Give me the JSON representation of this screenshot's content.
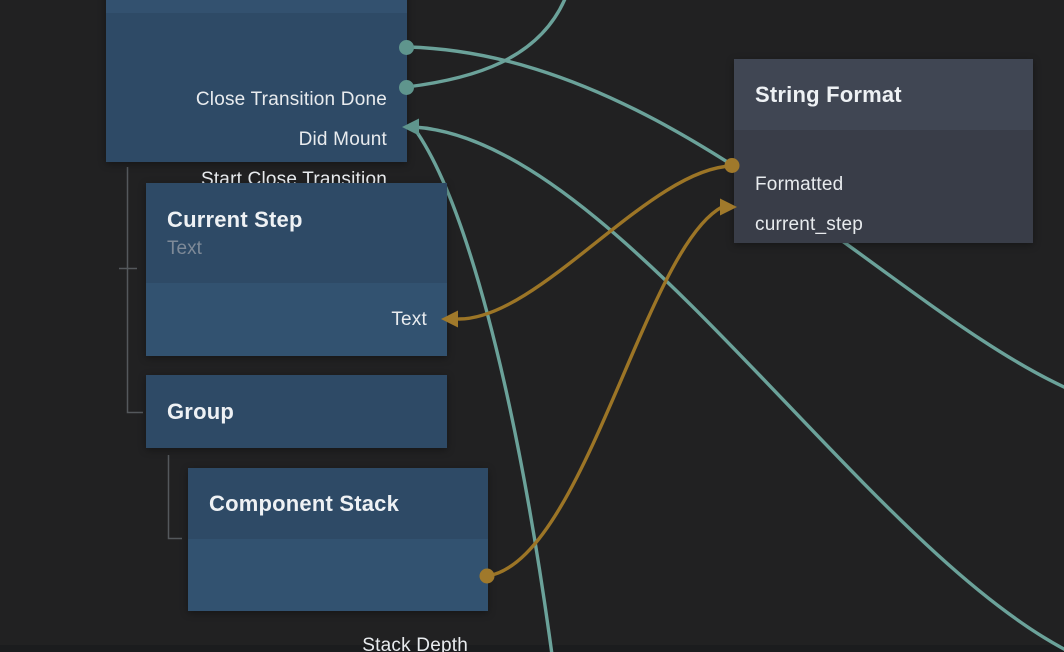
{
  "app": {
    "type": "node-graph-editor-canvas"
  },
  "colors": {
    "canvas_background": "#212122",
    "blue_node_header": "#2e4a66",
    "blue_node_body": "#325270",
    "gray_node_header": "#404653",
    "gray_node_body": "#393d48",
    "teal_connection": "#6ba29a",
    "gold_connection": "#9c7526",
    "hierarchy_line": "#54585c",
    "port_text": "#e8ebee",
    "title_text": "#eef1f4",
    "subtitle_text": "#7e8a98"
  },
  "nodes": {
    "lifecycle": {
      "ports": [
        {
          "label": "Close Transition Done",
          "direction": "output",
          "glyph": "circle",
          "color": "teal"
        },
        {
          "label": "Did Mount",
          "direction": "output",
          "glyph": "circle",
          "color": "teal"
        },
        {
          "label": "Start Close Transition",
          "direction": "input",
          "glyph": "arrow-left",
          "color": "teal"
        }
      ]
    },
    "current_step": {
      "title": "Current Step",
      "subtitle": "Text",
      "ports": [
        {
          "label": "Text",
          "direction": "input",
          "glyph": "arrow-left",
          "color": "gold"
        }
      ]
    },
    "group": {
      "title": "Group",
      "ports": []
    },
    "component_stack": {
      "title": "Component Stack",
      "ports": [
        {
          "label": "Stack Depth",
          "direction": "output",
          "glyph": "circle",
          "color": "gold"
        }
      ]
    },
    "string_format": {
      "title": "String Format",
      "ports": [
        {
          "label": "Formatted",
          "direction": "output",
          "glyph": "circle",
          "color": "gold"
        },
        {
          "label": "current_step",
          "direction": "input",
          "glyph": "arrow-right",
          "color": "gold"
        }
      ]
    }
  },
  "connections": [
    {
      "from": "lifecycle.Close Transition Done",
      "to": "off-screen-right",
      "color": "teal"
    },
    {
      "from": "lifecycle.Did Mount",
      "to": "off-screen-top",
      "color": "teal"
    },
    {
      "from": "off-screen-bottom-right",
      "to": "lifecycle.Start Close Transition",
      "color": "teal"
    },
    {
      "from": "off-screen-bottom",
      "to": "lifecycle.Start Close Transition",
      "color": "teal"
    },
    {
      "from": "string_format.Formatted",
      "to": "current_step.Text",
      "color": "gold"
    },
    {
      "from": "component_stack.Stack Depth",
      "to": "string_format.current_step",
      "color": "gold"
    }
  ],
  "hierarchy": [
    {
      "parent": "lifecycle",
      "child": "current_step"
    },
    {
      "parent": "lifecycle",
      "child": "group"
    },
    {
      "parent": "group",
      "child": "component_stack"
    }
  ]
}
